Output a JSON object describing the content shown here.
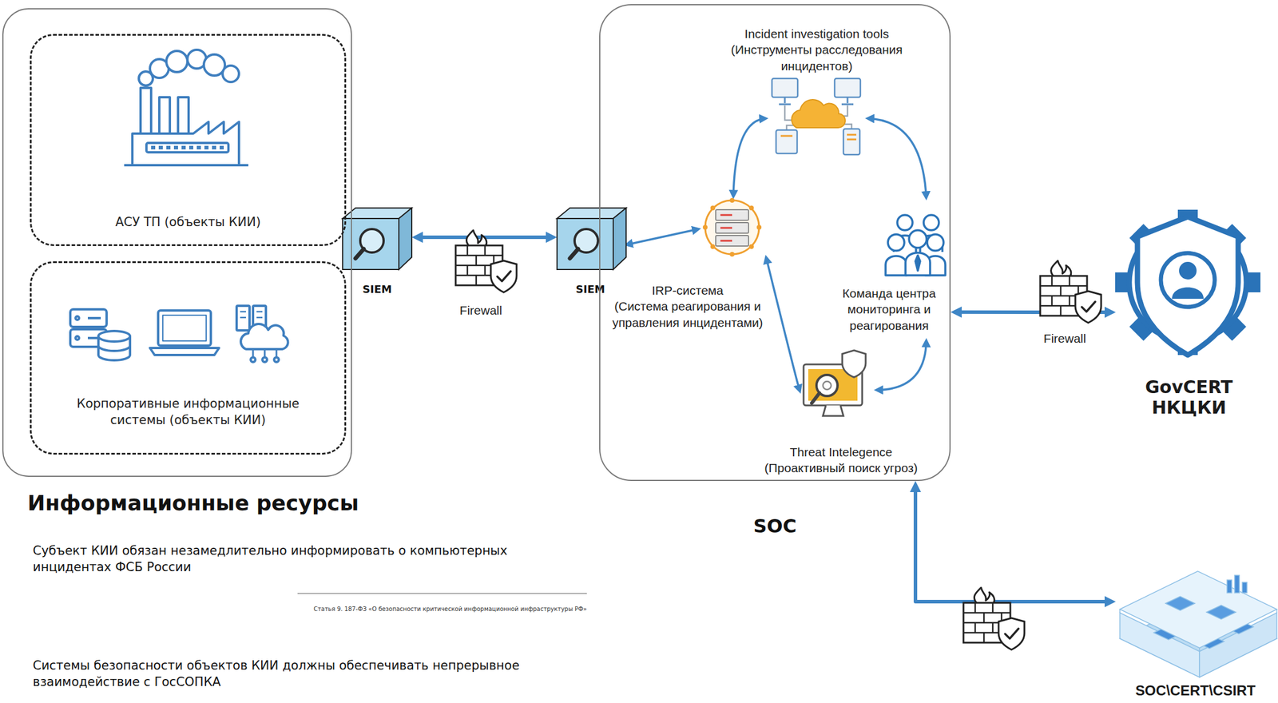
{
  "diagram": {
    "nodes": [
      {
        "text": [
          "Информационные ресурсы"
        ]
      },
      {
        "text": [
          "АСУ ТП (объекты КИИ)"
        ],
        "in": 0
      },
      {
        "text": [
          "Корпоративные информационные системы (объекты КИИ)"
        ],
        "in": 0
      },
      {
        "text": [
          "SIEM"
        ]
      },
      {
        "text": [
          "SIEM"
        ]
      },
      {
        "text": [
          "SOC"
        ]
      },
      {
        "text": [
          "Incident investigation tools",
          "(Инструменты расследования инцидентов)"
        ],
        "in": 5
      },
      {
        "text": [
          "IRP-система",
          "(Система реагирования и управления инцидентами)"
        ],
        "in": 5
      },
      {
        "text": [
          "Команда центра мониторинга и реагирования"
        ],
        "in": 5
      },
      {
        "text": [
          "Threat Intelegence",
          "(Проактивный поиск угроз)"
        ],
        "in": 5
      },
      {
        "text": [
          "GovCERT НКЦКИ"
        ]
      },
      {
        "text": [
          "SOC\\CERT\\CSIRT"
        ]
      }
    ],
    "edges": [
      {
        "from": 3,
        "to": 4,
        "arrow": "both"
      },
      {
        "from": 4,
        "to": 7,
        "arrow": "both"
      },
      {
        "from": 5,
        "to": 10,
        "arrow": "both"
      },
      {
        "from": 5,
        "to": 11,
        "arrow": "both"
      },
      {
        "from": 6,
        "to": 7,
        "arrow": "both"
      },
      {
        "from": 6,
        "to": 8,
        "arrow": "both"
      },
      {
        "from": 8,
        "to": 9,
        "arrow": "both"
      },
      {
        "from": 7,
        "to": 9,
        "arrow": "both"
      }
    ],
    "labels": [
      "Firewall",
      "Firewall",
      "Субъект КИИ обязан незамедлительно информировать о компьютерных инцидентах ФСБ России",
      "Статья 9. 187-ФЗ «О безопасности критической информационной инфраструктуры РФ»",
      "Системы безопасности объектов КИИ должны обеспечивать непрерывное взаимодействие с ГосСОПКА"
    ]
  }
}
